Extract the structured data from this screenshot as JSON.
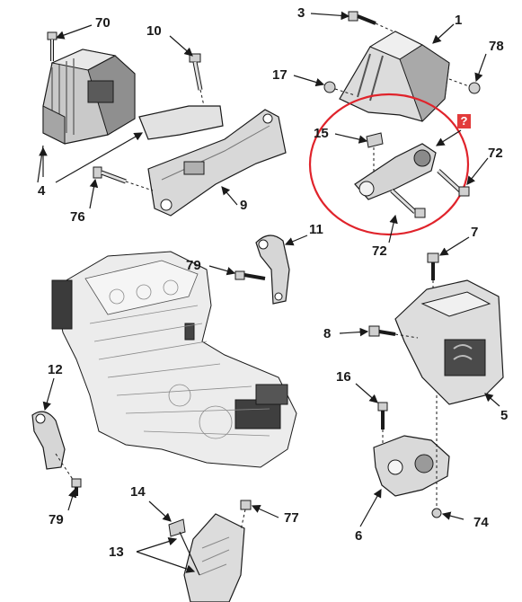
{
  "colors": {
    "line": "#1a1a1a",
    "part_fill": "#e6e6e6",
    "part_shade": "#b9b9b9",
    "dark_part": "#4a4a4a",
    "highlight_circle": "#e0232b",
    "unknown_badge": "#e23b3b"
  },
  "callouts": {
    "c70": "70",
    "c10": "10",
    "c3": "3",
    "c1": "1",
    "c78": "78",
    "c17": "17",
    "c15": "15",
    "c_unknown": "?",
    "c72a": "72",
    "c72b": "72",
    "c4": "4",
    "c76": "76",
    "c9": "9",
    "c11": "11",
    "c7": "7",
    "c79a": "79",
    "c8": "8",
    "c16": "16",
    "c5": "5",
    "c12": "12",
    "c79b": "79",
    "c6": "6",
    "c74": "74",
    "c14": "14",
    "c77": "77",
    "c13": "13"
  }
}
